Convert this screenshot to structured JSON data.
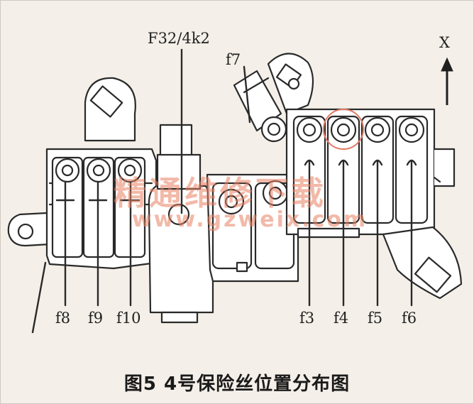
{
  "labels": {
    "top_part": "F32/4k2",
    "axis": "X",
    "f7": "f7",
    "f8": "f8",
    "f9": "f9",
    "f10": "f10",
    "f3": "f3",
    "f4": "f4",
    "f5": "f5",
    "f6": "f6"
  },
  "caption": "图5 4号保险丝位置分布图",
  "watermark": {
    "cn": "精通维修下载",
    "url": "www.gzweix.com"
  },
  "colors": {
    "line": "#2a2a2a",
    "fill": "#ffffff",
    "highlight": "#e07a66",
    "watermark": "#e88060"
  }
}
